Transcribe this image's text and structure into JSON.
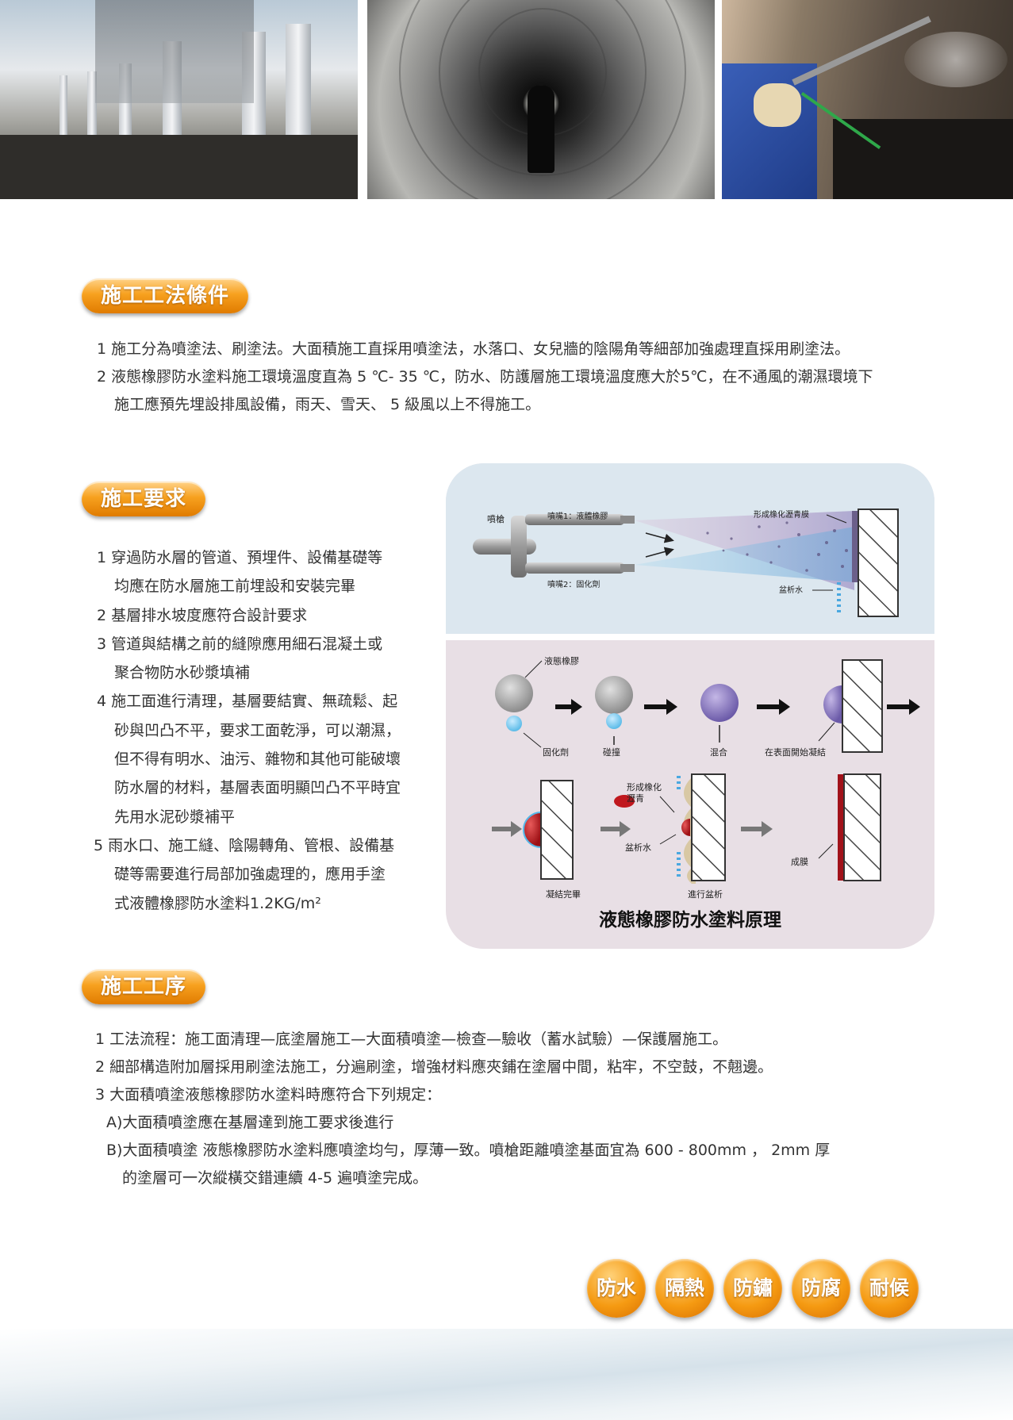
{
  "sections": {
    "conditions": {
      "title": "施工工法條件",
      "lines": [
        "1 施工分為噴塗法、刷塗法。大面積施工直採用噴塗法，水落口、女兒牆的陰陽角等細部加強處理直採用刷塗法。",
        "2 液態橡膠防水塗料施工環境溫度直為 5 ℃- 35 ℃，防水、防護層施工環境溫度應大於5℃，在不通風的潮濕環境下",
        "施工應預先埋設排風設備，雨天、雪天、 5 級風以上不得施工。"
      ]
    },
    "requirements": {
      "title": "施工要求",
      "lines": [
        "1 穿過防水層的管道、預埋件、設備基礎等",
        "均應在防水層施工前埋設和安裝完畢",
        "2  基層排水坡度應符合設計要求",
        "3  管道與結構之前的縫隙應用細石混凝土或",
        "聚合物防水砂漿填補",
        "4  施工面進行清理，基層要結實、無疏鬆、起",
        "砂與凹凸不平，要求工面乾淨，可以潮濕，",
        "但不得有明水、油污、雜物和其他可能破壞",
        "防水層的材料，基層表面明顯凹凸不平時宜",
        "先用水泥砂漿補平",
        "5  雨水口、施工縫、陰陽轉角、管根、設備基",
        "礎等需要進行局部加強處理的，應用手塗",
        "式液體橡膠防水塗料1.2KG/m²"
      ]
    },
    "process": {
      "title": "施工工序",
      "lines": [
        "1 工法流程：施工面清理—底塗層施工—大面積噴塗—檢查—驗收（蓄水試驗）—保護層施工。",
        "2 細部構造附加層採用刷塗法施工，分遍刷塗，增強材料應夾鋪在塗層中間，粘牢，不空鼓，不翹邊。",
        "3 大面積噴塗液態橡膠防水塗料時應符合下列規定：",
        "A)大面積噴塗應在基層達到施工要求後進行",
        "B)大面積噴塗 液態橡膠防水塗料應噴塗均勻，厚薄一致。噴槍距離噴塗基面宜為 600 - 800mm  ，  2mm 厚",
        "的塗層可一次縱橫交錯連續 4-5 遍噴塗完成。"
      ]
    }
  },
  "diagram": {
    "title": "液態橡膠防水塗料原理",
    "top": {
      "gun": "噴槍",
      "nozzle1": "噴嘴1：液體橡膠",
      "nozzle2": "噴嘴2：固化劑",
      "film": "形成橡化瀝青膜",
      "water": "盆析水"
    },
    "middle": {
      "liquid_rubber": "液態橡膠",
      "curing_agent": "固化劑",
      "collision": "碰撞",
      "mixing": "混合",
      "condensing": "在表面開始凝結"
    },
    "bottom": {
      "form_line1": "形成橡化",
      "form_line2": "瀝青",
      "water": "盆析水",
      "done": "凝結完畢",
      "separating": "進行盆析",
      "filmed": "成膜"
    }
  },
  "tags": [
    "防水",
    "隔熱",
    "防鏽",
    "防腐",
    "耐候"
  ],
  "colors": {
    "accent_orange": "#f39a1b",
    "diagram_top_bg": "#dce7ef",
    "diagram_bottom_bg": "#e8dde4",
    "rubber_red": "#b0141c"
  }
}
